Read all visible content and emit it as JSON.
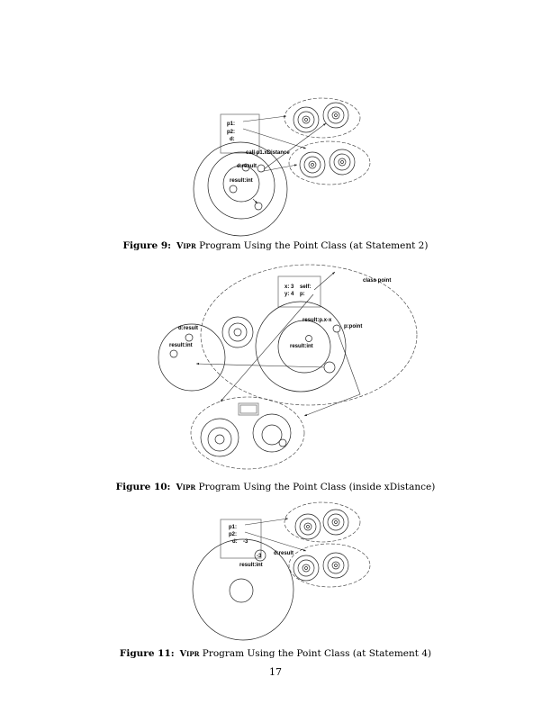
{
  "figure9": {
    "number": "Figure 9:",
    "caption_prefix": "Vipr",
    "caption": "Program Using the Point Class (at Statement 2)",
    "labels": {
      "p1": "p1:",
      "p2": "p2:",
      "d": "d:",
      "call": "call p1.xDistance",
      "dresult": "d:result",
      "result": "result:int"
    }
  },
  "figure10": {
    "number": "Figure 10:",
    "caption_prefix": "Vipr",
    "caption": "Program Using the Point Class (inside xDistance)",
    "labels": {
      "x": "x: 3",
      "y": "y: 4",
      "self": "self:",
      "p": "p:",
      "class": "class point",
      "result_expr": "result:p.x-x",
      "ppoint": "p:point",
      "dresult": "d:result",
      "result_left": "result:int",
      "result_inner": "result:int"
    }
  },
  "figure11": {
    "number": "Figure 11:",
    "caption_prefix": "Vipr",
    "caption": "Program Using the Point Class (at Statement 4)",
    "labels": {
      "p1": "p1:",
      "p2": "p2:",
      "d": "d:",
      "dval": "-3",
      "circle_val": "-3",
      "dresult": "d:result",
      "result": "result:int"
    }
  },
  "page_number": "17"
}
